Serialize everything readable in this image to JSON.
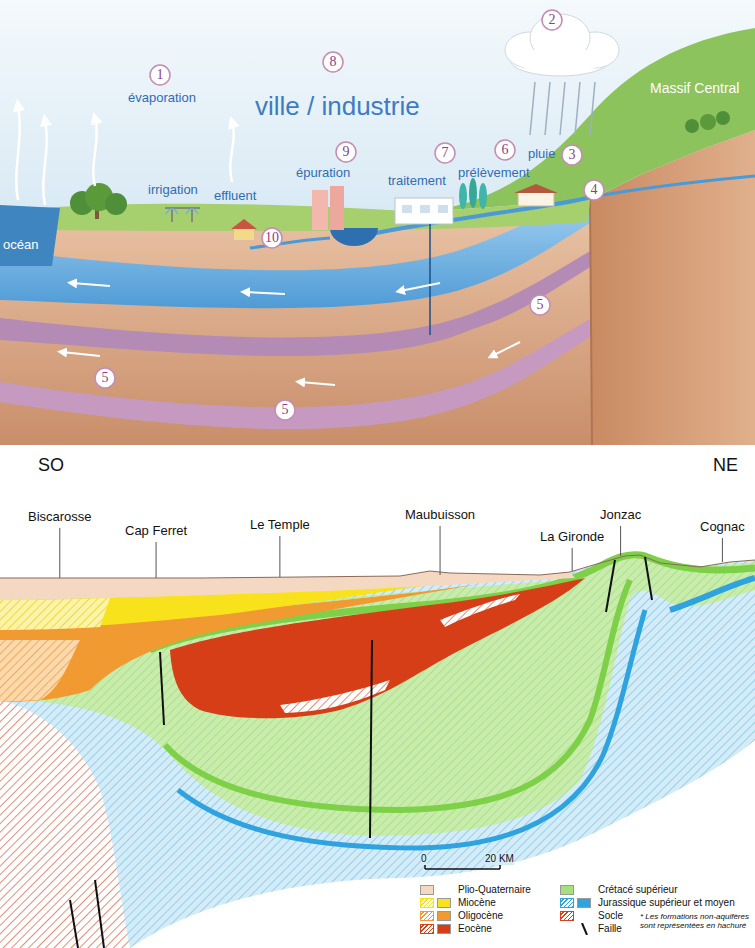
{
  "diagram": {
    "nodes": [
      {
        "text": [
          "2"
        ]
      },
      {
        "text": [
          "8"
        ]
      },
      {
        "text": [
          "1"
        ]
      },
      {
        "text": [
          "9"
        ]
      },
      {
        "text": [
          "7"
        ]
      },
      {
        "text": [
          "6"
        ]
      },
      {
        "text": [
          "3"
        ]
      },
      {
        "text": [
          "4"
        ]
      },
      {
        "text": [
          "10"
        ]
      },
      {
        "text": [
          "5"
        ]
      },
      {
        "text": [
          "5"
        ]
      },
      {
        "text": [
          "5"
        ]
      }
    ],
    "labels": [
      "évaporation",
      "ville / industrie",
      "épuration",
      "traitement",
      "prélèvement",
      "pluie",
      "irrigation",
      "effluent",
      "Massif Central",
      "océan",
      "SO",
      "NE",
      "Biscarosse",
      "Cap Ferret",
      "Le Temple",
      "Maubuisson",
      "La Gironde",
      "Jonzac",
      "Cognac",
      "0",
      "20 KM",
      "* Les formations non-aquifères sont représentées en hachuré"
    ],
    "legend": [
      {
        "text": "Plio-Quaternaire",
        "color": "#f5d8c2"
      },
      {
        "text": "Miocène",
        "color": "#f7e21c"
      },
      {
        "text": "Oligocène",
        "color": "#f19a32"
      },
      {
        "text": "Eocène",
        "color": "#d63e17"
      },
      {
        "text": "Crétacé supérieur",
        "color": "#a6e07c"
      },
      {
        "text": "Jurassique supérieur et moyen",
        "color": "#2ea3e0"
      },
      {
        "text": "Socle"
      },
      {
        "text": "Faille"
      }
    ]
  }
}
